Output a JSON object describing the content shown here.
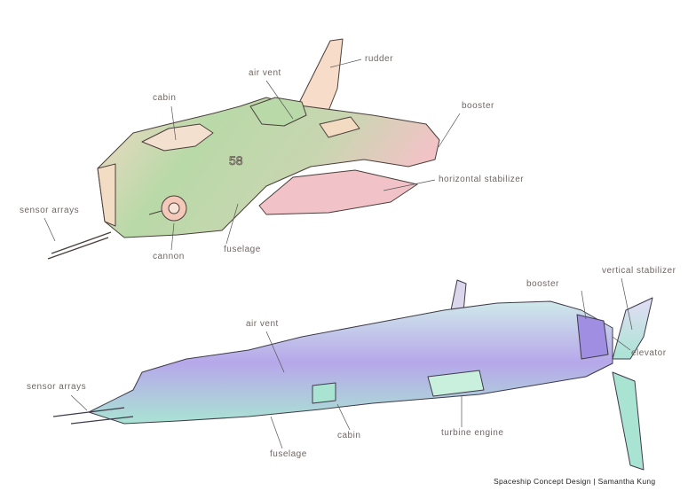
{
  "top_ship": {
    "labels": {
      "rudder": "rudder",
      "air_vent": "air vent",
      "cabin": "cabin",
      "booster": "booster",
      "horizontal_stabilizer": "horizontal stabilizer",
      "sensor_arrays": "sensor arrays",
      "cannon": "cannon",
      "fuselage": "fuselage"
    },
    "hull_marking": "58"
  },
  "bottom_ship": {
    "labels": {
      "air_vent": "air vent",
      "booster": "booster",
      "vertical_stabilizer": "vertical stabilizer",
      "elevator": "elevator",
      "sensor_arrays": "sensor arrays",
      "cabin": "cabin",
      "turbine_engine": "turbine engine",
      "fuselage": "fuselage"
    }
  },
  "caption": "Spaceship Concept Design | Samantha Kung",
  "colors": {
    "top_green": "#b9d9a8",
    "top_pink": "#f2c3c6",
    "top_peach": "#f4d9c6",
    "bottom_purple": "#b7a7ea",
    "bottom_teal": "#a9e4d3",
    "label_text": "#6f6663",
    "line": "#555555"
  }
}
